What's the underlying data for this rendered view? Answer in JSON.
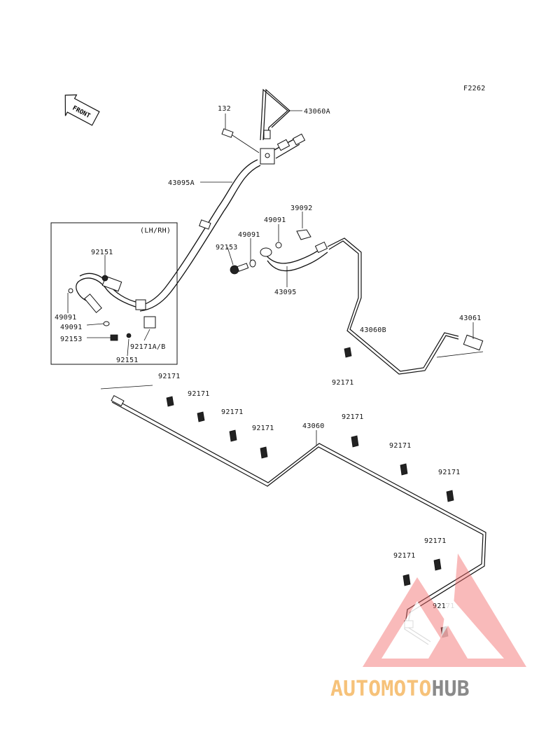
{
  "figure_code": "F2262",
  "front_arrow_text": "FRONT",
  "inset_title": "(LH/RH)",
  "callouts": {
    "bolt_132": "132",
    "pipe_43060A": "43060A",
    "hose_43095A": "43095A",
    "clip_39092": "39092",
    "gasket_49091_top": "49091",
    "gasket_49091_mid": "49091",
    "bolt_92153_mid": "92153",
    "hose_43095": "43095",
    "pipe_43060B": "43060B",
    "fitting_43061": "43061",
    "clamp_92171_b": "92171",
    "inset_92151_top": "92151",
    "inset_49091_a": "49091",
    "inset_49091_b": "49091",
    "inset_92153": "92153",
    "inset_92171AB": "92171A/B",
    "inset_92151_bottom": "92151",
    "clamp_92171_left": "92171",
    "clamp_92171_1": "92171",
    "clamp_92171_2": "92171",
    "clamp_92171_3": "92171",
    "pipe_43060": "43060",
    "clamp_92171_4": "92171",
    "clamp_92171_5": "92171",
    "clamp_92171_6": "92171",
    "clamp_92171_7": "92171",
    "clamp_92171_8": "92171",
    "clamp_92171_9": "92171"
  },
  "watermark": {
    "part1": "AUTOMOTO",
    "part2": "HUB",
    "color_auto": "#f6c27a",
    "color_moto": "#f07a7a",
    "color_hub": "#8a8a8a",
    "triangle_color": "#f26b6b"
  }
}
